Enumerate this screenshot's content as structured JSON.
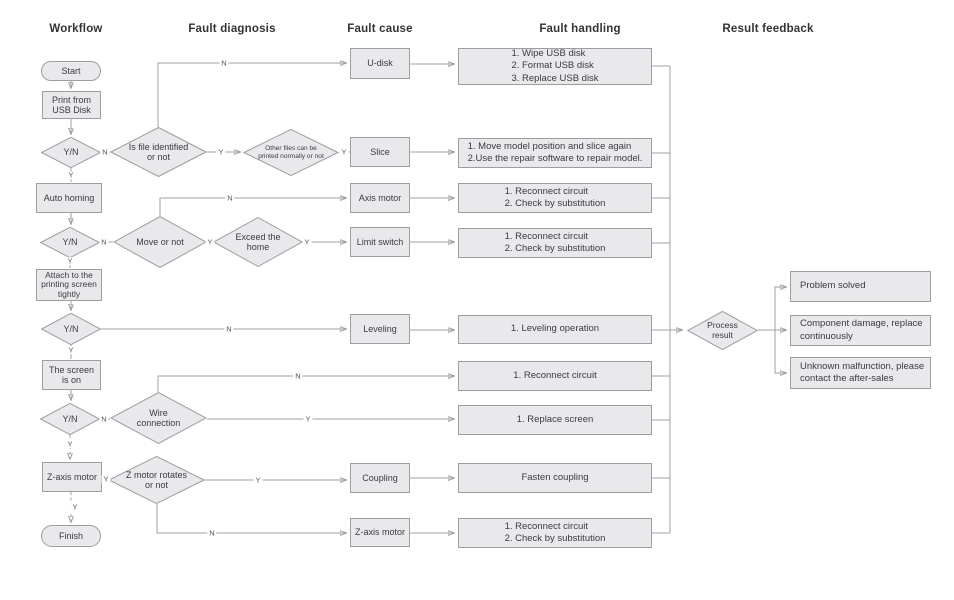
{
  "headers": {
    "workflow": "Workflow",
    "fault_diagnosis": "Fault diagnosis",
    "fault_cause": "Fault cause",
    "fault_handling": "Fault handling",
    "result_feedback": "Result feedback"
  },
  "workflow": {
    "start": "Start",
    "print_from_usb": "Print from\nUSB Disk",
    "yn": "Y/N",
    "auto_homing": "Auto homing",
    "attach_screen": "Attach to the\nprinting screen\ntightly",
    "screen_is_on": "The screen\nis on",
    "z_axis_motor": "Z-axis motor",
    "finish": "Finish"
  },
  "diagnosis": {
    "file_identified": "Is file identified\nor not",
    "other_files": "Other files can be\nprinted normally or not",
    "move_or_not": "Move or not",
    "exceed_home": "Exceed the\nhome",
    "wire_connection": "Wire\nconnection",
    "z_motor_rotates": "Z motor rotates\nor not",
    "process_result": "Process\nresult"
  },
  "causes": {
    "u_disk": "U-disk",
    "slice": "Slice",
    "axis_motor": "Axis motor",
    "limit_switch": "Limit switch",
    "leveling": "Leveling",
    "coupling": "Coupling",
    "z_axis_motor": "Z-axis motor"
  },
  "handling": {
    "usb": "1. Wipe USB disk\n2. Format USB disk\n3. Replace USB disk",
    "slice": "1. Move model position and slice again\n2.Use the repair software to repair model.",
    "axis_motor": "1. Reconnect circuit\n2. Check by substitution",
    "limit_switch": "1. Reconnect circuit\n2. Check by substitution",
    "leveling": "1. Leveling operation",
    "reconnect_circuit": "1. Reconnect circuit",
    "replace_screen": "1. Replace screen",
    "fasten_coupling": "Fasten coupling",
    "z_motor": "1. Reconnect circuit\n2. Check by substitution"
  },
  "feedback": {
    "problem_solved": "Problem solved",
    "component_damage": "Component damage, replace\ncontinuously",
    "unknown_malfunction": "Unknown malfunction, please\ncontact the after-sales"
  },
  "edge_labels": {
    "yes": "Y",
    "no": "N"
  },
  "colors": {
    "node_fill": "#e9e9ec",
    "node_border": "#9d9da2",
    "line": "#a0a0a5",
    "arrow": "#8e8e93",
    "text": "#3b3b40",
    "header": "#333336",
    "background": "#ffffff"
  }
}
